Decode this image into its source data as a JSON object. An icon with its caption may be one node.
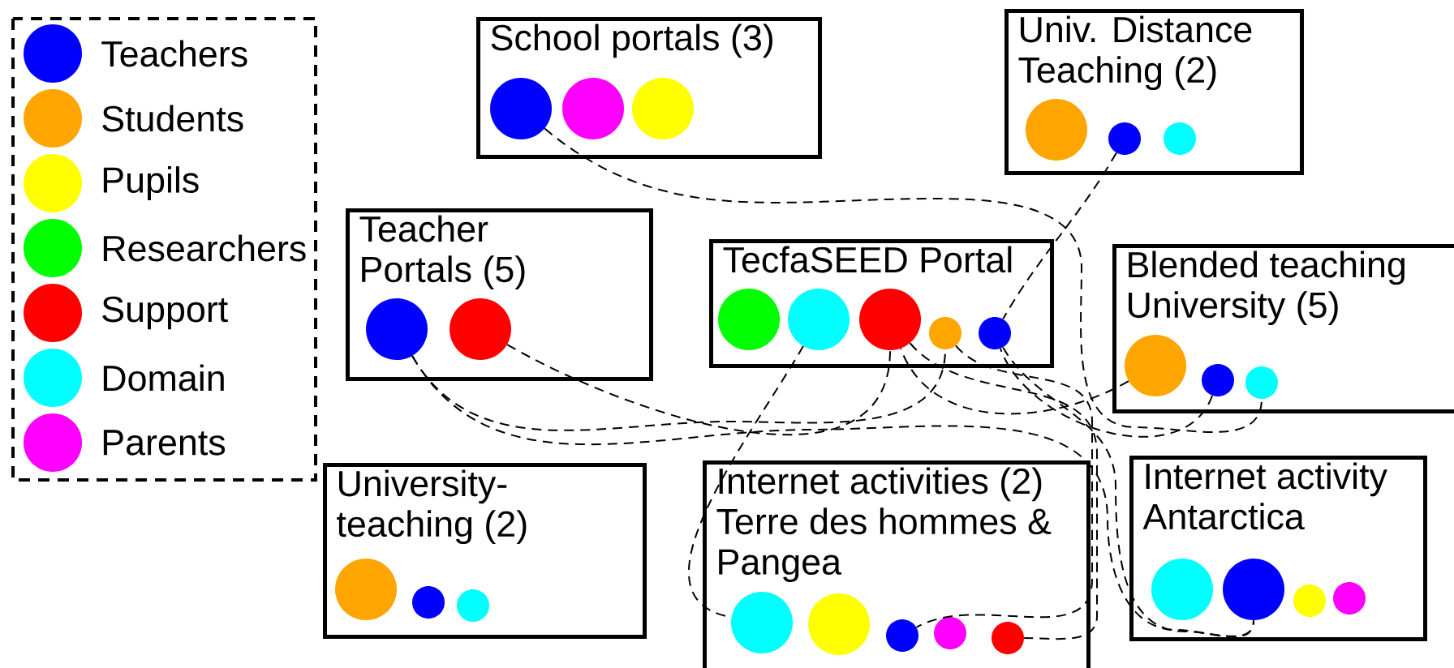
{
  "diagram": {
    "nodes": [
      {
        "text": [
          "School portals (3)"
        ]
      },
      {
        "text": [],
        "shape": "circle",
        "in": 0
      },
      {
        "text": [],
        "shape": "circle",
        "in": 0
      },
      {
        "text": [],
        "shape": "circle",
        "in": 0
      },
      {
        "text": [
          "Univ. Distance Teaching (2)"
        ]
      },
      {
        "text": [],
        "shape": "circle",
        "in": 4
      },
      {
        "text": [],
        "shape": "circle",
        "in": 4
      },
      {
        "text": [],
        "shape": "circle",
        "in": 4
      },
      {
        "text": [
          "Teacher Portals (5)"
        ]
      },
      {
        "text": [],
        "shape": "circle",
        "in": 8
      },
      {
        "text": [],
        "shape": "circle",
        "in": 8
      },
      {
        "text": [
          "TecfaSEED Portal"
        ]
      },
      {
        "text": [],
        "shape": "circle",
        "in": 11
      },
      {
        "text": [],
        "shape": "circle",
        "in": 11
      },
      {
        "text": [],
        "shape": "circle",
        "in": 11
      },
      {
        "text": [],
        "shape": "circle",
        "in": 11
      },
      {
        "text": [],
        "shape": "circle",
        "in": 11
      },
      {
        "text": [
          "Blended teaching University (5)"
        ]
      },
      {
        "text": [],
        "shape": "circle",
        "in": 17
      },
      {
        "text": [],
        "shape": "circle",
        "in": 17
      },
      {
        "text": [],
        "shape": "circle",
        "in": 17
      },
      {
        "text": [
          "University-teaching (2)"
        ]
      },
      {
        "text": [],
        "shape": "circle",
        "in": 21
      },
      {
        "text": [],
        "shape": "circle",
        "in": 21
      },
      {
        "text": [],
        "shape": "circle",
        "in": 21
      },
      {
        "text": [
          "Internet activities (2) Terre des hommes & Pangea"
        ]
      },
      {
        "text": [],
        "shape": "circle",
        "in": 25
      },
      {
        "text": [],
        "shape": "circle",
        "in": 25
      },
      {
        "text": [],
        "shape": "circle",
        "in": 25
      },
      {
        "text": [],
        "shape": "circle",
        "in": 25
      },
      {
        "text": [],
        "shape": "circle",
        "in": 25
      },
      {
        "text": [
          "Internet activity Antarctica"
        ]
      },
      {
        "text": [],
        "shape": "circle",
        "in": 31
      },
      {
        "text": [],
        "shape": "circle",
        "in": 31
      },
      {
        "text": [],
        "shape": "circle",
        "in": 31
      },
      {
        "text": [],
        "shape": "circle",
        "in": 31
      }
    ],
    "edges": [
      {
        "from": 1,
        "to": 20,
        "arrow": "none",
        "style": "dashed"
      },
      {
        "from": 9,
        "to": 33,
        "arrow": "none",
        "style": "dashed"
      },
      {
        "from": 9,
        "to": 15,
        "arrow": "none",
        "style": "dashed"
      },
      {
        "from": 10,
        "to": 14,
        "arrow": "none",
        "style": "dashed"
      },
      {
        "from": 6,
        "to": 16,
        "arrow": "none",
        "style": "dashed"
      },
      {
        "from": 13,
        "to": 26,
        "arrow": "none",
        "style": "dashed"
      },
      {
        "from": 14,
        "to": 30,
        "arrow": "none",
        "style": "dashed"
      },
      {
        "from": 15,
        "to": 28,
        "arrow": "none",
        "style": "dashed"
      },
      {
        "from": 16,
        "to": 33,
        "arrow": "none",
        "style": "dashed"
      },
      {
        "from": 18,
        "to": 14,
        "arrow": "none",
        "style": "dashed"
      },
      {
        "from": 19,
        "to": 16,
        "arrow": "none",
        "style": "dashed"
      }
    ],
    "legend": [
      {
        "text": "Teachers",
        "color": "#0000ff"
      },
      {
        "text": "Students",
        "color": "#ffa500"
      },
      {
        "text": "Pupils",
        "color": "#ffff00"
      },
      {
        "text": "Researchers",
        "color": "#00ff00"
      },
      {
        "text": "Support",
        "color": "#ff0000"
      },
      {
        "text": "Domain",
        "color": "#00ffff"
      },
      {
        "text": "Parents",
        "color": "#ff00ff"
      }
    ]
  }
}
